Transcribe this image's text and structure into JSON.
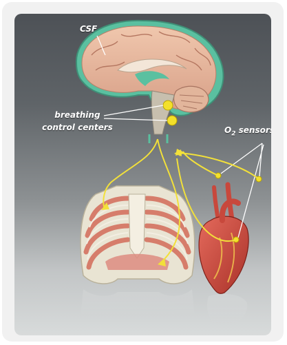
{
  "labels": {
    "csf": "CSF",
    "breathing_line1": "breathing",
    "breathing_line2": "control centers",
    "o2_prefix": "O",
    "o2_subscript": "2",
    "o2_suffix": " sensors"
  },
  "colors": {
    "panel_top": "#4d5156",
    "panel_bottom": "#d8dbdb",
    "csf_fluid": "#5ac0a0",
    "brain": "#e7b9a0",
    "brainstem": "#c7bfae",
    "signal_line": "#f2e03a",
    "sensor_line": "#ffffff",
    "rib": "#d67d6b",
    "heart": "#c8483c"
  },
  "icons": [
    "brain-icon",
    "rib-cage-icon",
    "heart-icon",
    "sensor-dot-icon",
    "arrow-icon"
  ]
}
